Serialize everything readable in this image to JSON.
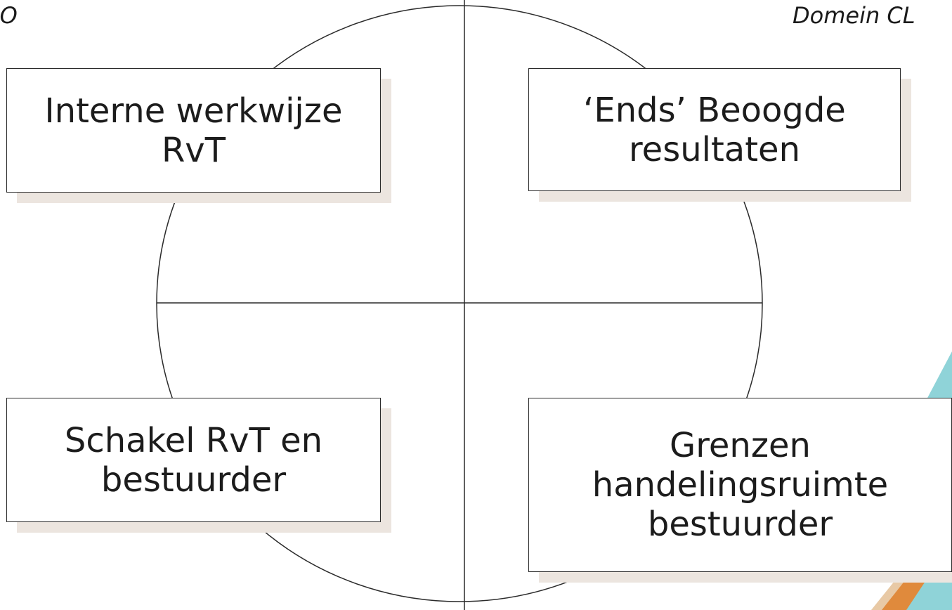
{
  "corner_labels": {
    "left": "n CGO",
    "right": "Domein CL"
  },
  "quadrants": {
    "top_left": "Interne werkwijze RvT",
    "top_right": "‘Ends’ Beoogde resultaten",
    "bottom_left": "Schakel RvT en bestuurder",
    "bottom_right": "Grenzen handelingsruimte bestuurder"
  },
  "colors": {
    "line": "#2a2a2a",
    "box_shadow": "#ece5df",
    "decor_teal": "#8fd3d8",
    "decor_orange": "#e08a3c",
    "decor_tan": "#e8c9a5"
  }
}
